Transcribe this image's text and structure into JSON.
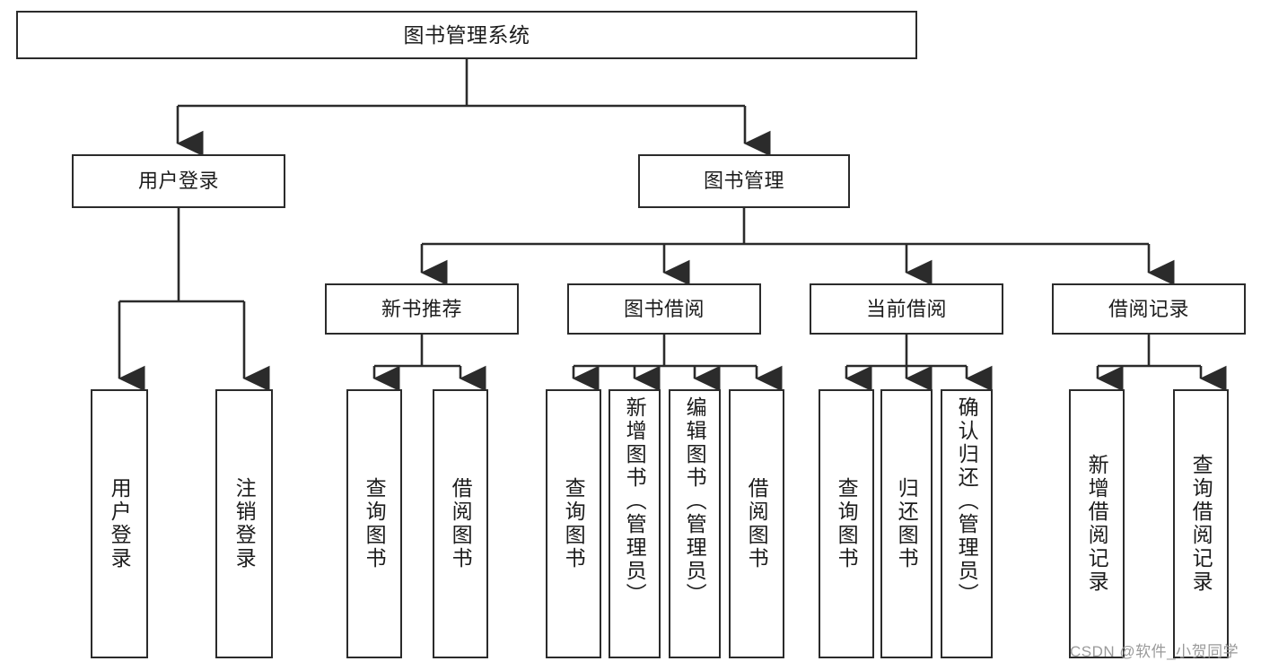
{
  "diagram": {
    "type": "tree-hierarchy",
    "title": "图书管理系统",
    "watermark": "CSDN @软件_小贺同学",
    "colors": {
      "border": "#2b2b2b",
      "background": "#ffffff",
      "text": "#1c1c1c",
      "watermark": "#9a9a9a"
    },
    "levels": [
      {
        "level": 1,
        "nodes": [
          {
            "id": "root",
            "label": "图书管理系统"
          }
        ]
      },
      {
        "level": 2,
        "nodes": [
          {
            "id": "user-login",
            "label": "用户登录",
            "parent": "root"
          },
          {
            "id": "book-management",
            "label": "图书管理",
            "parent": "root"
          }
        ]
      },
      {
        "level": 3,
        "nodes": [
          {
            "id": "new-book-recommend",
            "label": "新书推荐",
            "parent": "book-management"
          },
          {
            "id": "book-borrow",
            "label": "图书借阅",
            "parent": "book-management"
          },
          {
            "id": "current-borrow",
            "label": "当前借阅",
            "parent": "book-management"
          },
          {
            "id": "borrow-record",
            "label": "借阅记录",
            "parent": "book-management"
          }
        ]
      },
      {
        "level": 4,
        "nodes": [
          {
            "id": "leaf-user-login",
            "label": "用户登录",
            "parent": "user-login"
          },
          {
            "id": "leaf-logout",
            "label": "注销登录",
            "parent": "user-login"
          },
          {
            "id": "leaf-query-book-1",
            "label": "查询图书",
            "parent": "new-book-recommend"
          },
          {
            "id": "leaf-borrow-book-1",
            "label": "借阅图书",
            "parent": "new-book-recommend"
          },
          {
            "id": "leaf-query-book-2",
            "label": "查询图书",
            "parent": "book-borrow"
          },
          {
            "id": "leaf-add-book",
            "label": "新增图书（管理员）",
            "parent": "book-borrow"
          },
          {
            "id": "leaf-edit-book",
            "label": "编辑图书（管理员）",
            "parent": "book-borrow"
          },
          {
            "id": "leaf-borrow-book-2",
            "label": "借阅图书",
            "parent": "book-borrow"
          },
          {
            "id": "leaf-query-book-3",
            "label": "查询图书",
            "parent": "current-borrow"
          },
          {
            "id": "leaf-return-book",
            "label": "归还图书",
            "parent": "current-borrow"
          },
          {
            "id": "leaf-confirm-return",
            "label": "确认归还（管理员）",
            "parent": "current-borrow"
          },
          {
            "id": "leaf-add-record",
            "label": "新增借阅记录",
            "parent": "borrow-record"
          },
          {
            "id": "leaf-query-record",
            "label": "查询借阅记录",
            "parent": "borrow-record"
          }
        ]
      }
    ]
  }
}
